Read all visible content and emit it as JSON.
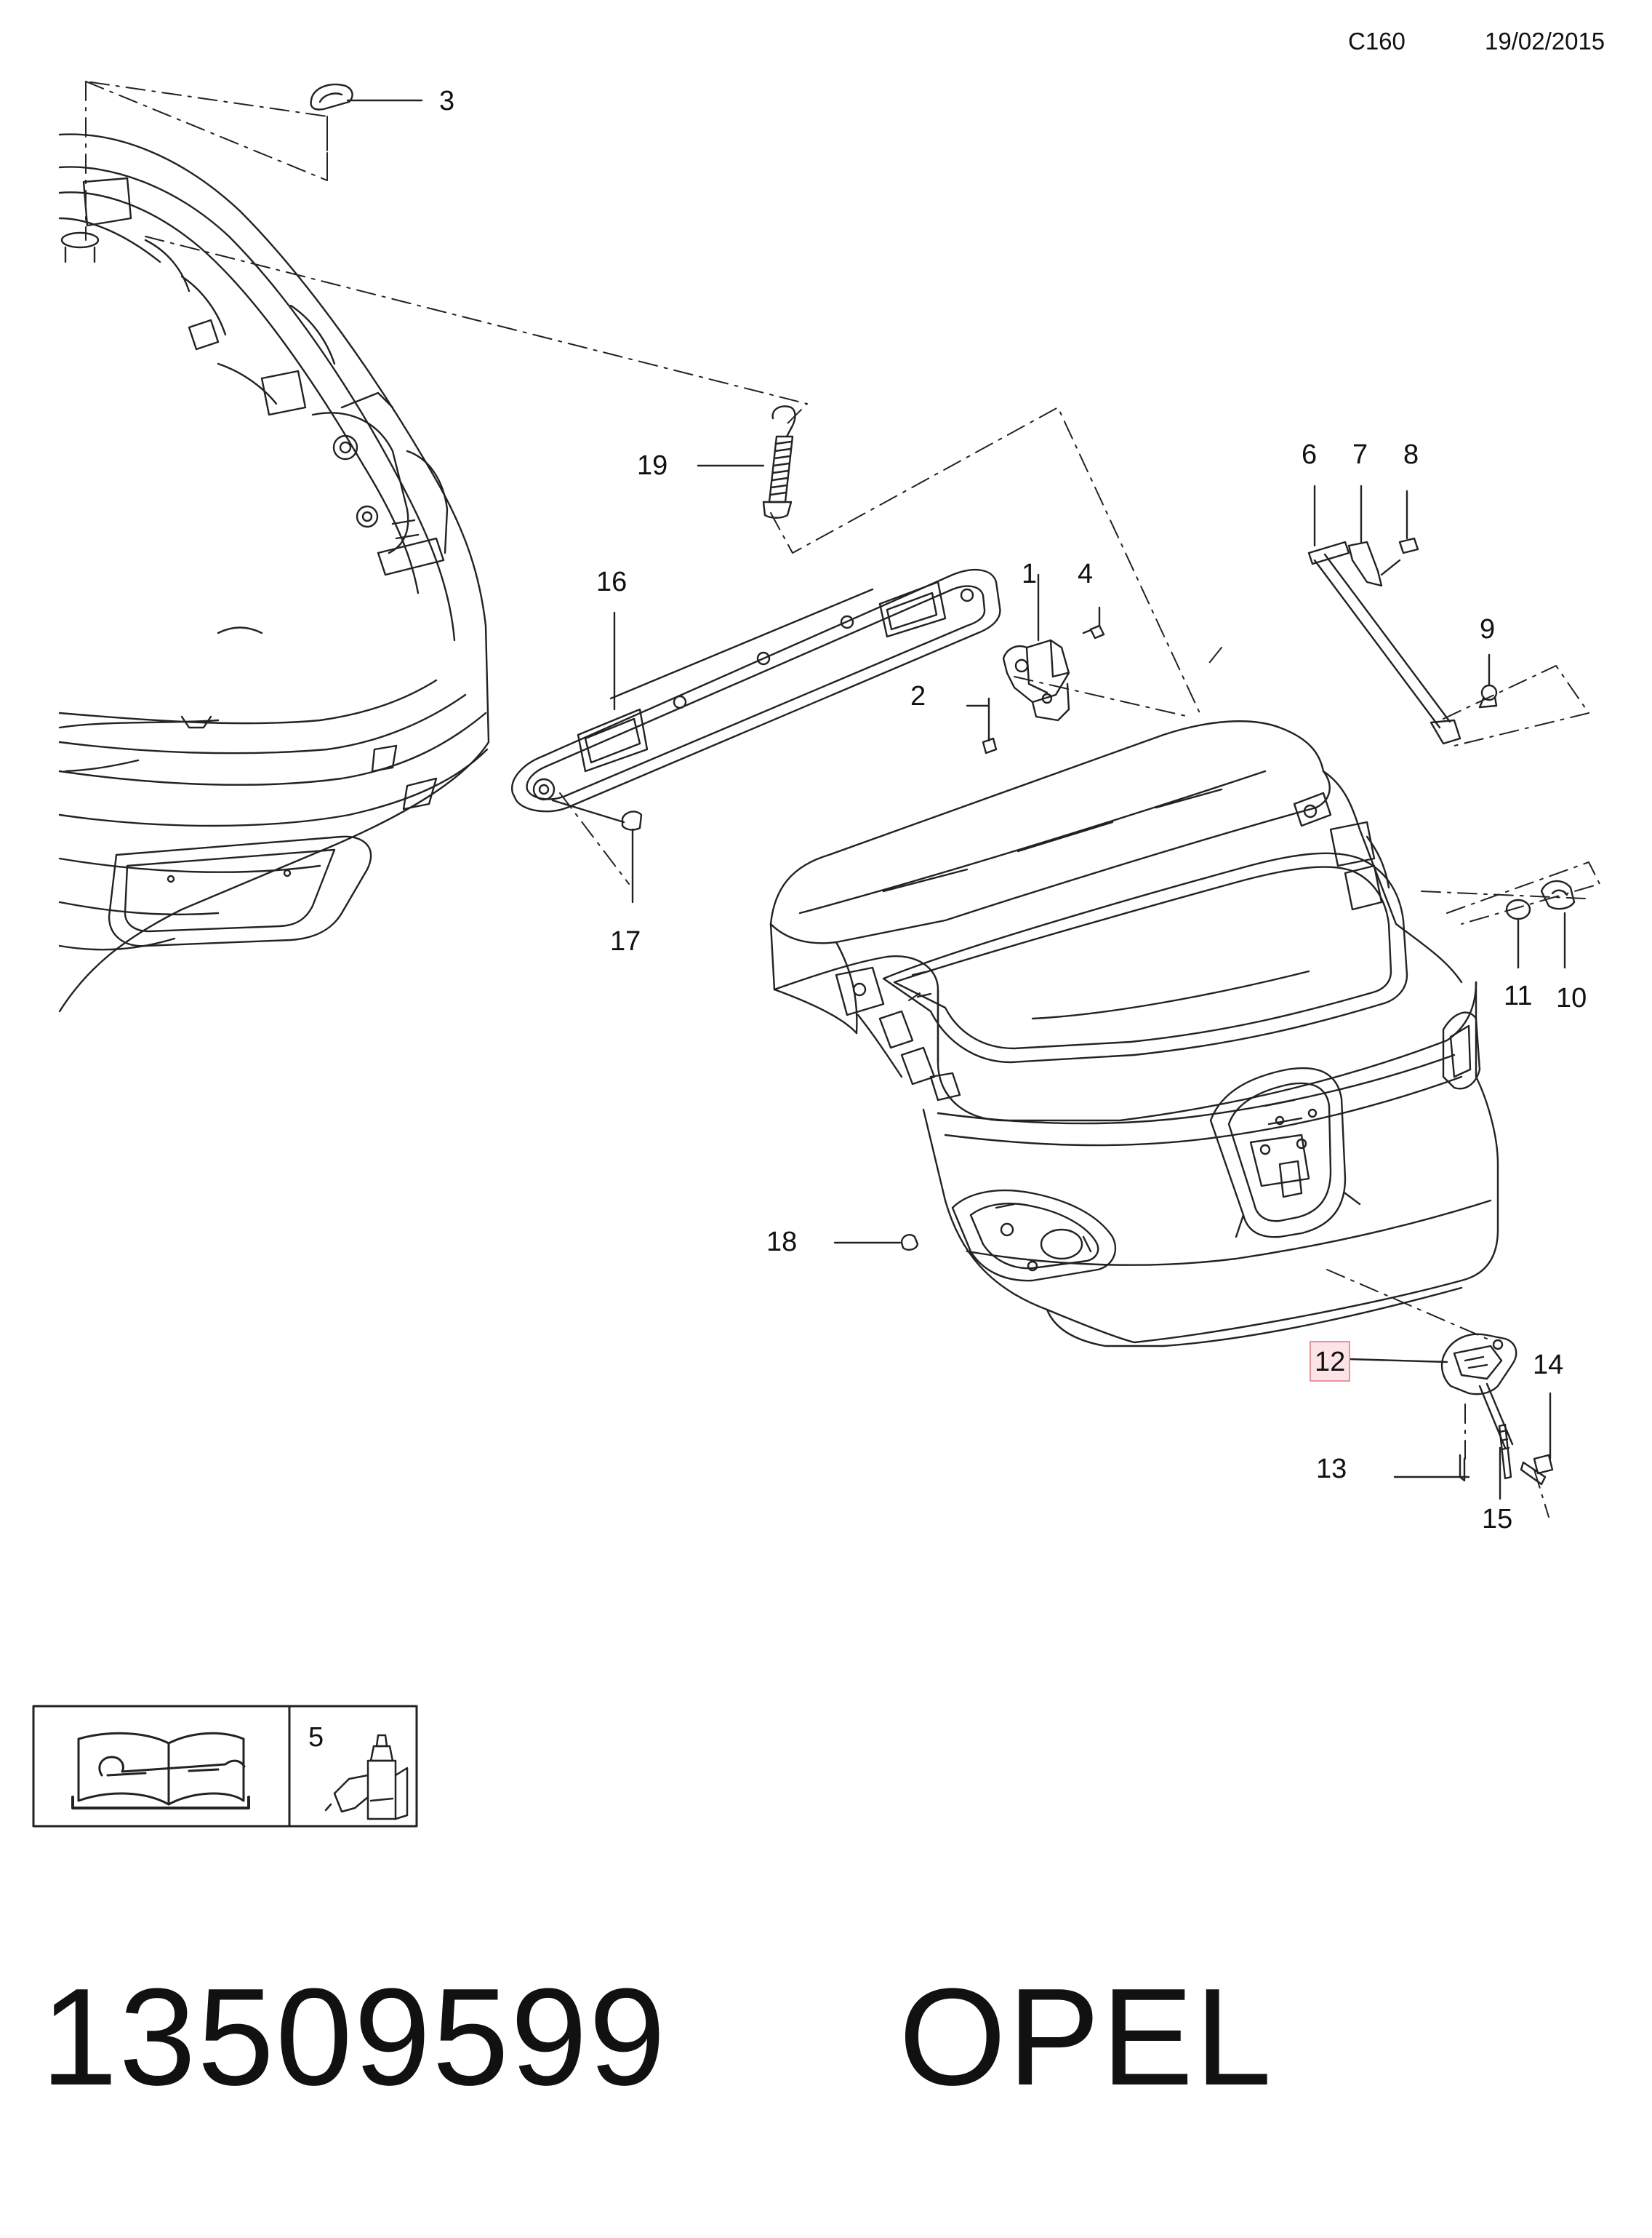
{
  "header": {
    "code": "C160",
    "date": "19/02/2015"
  },
  "callouts": {
    "c1": "1",
    "c2": "2",
    "c3": "3",
    "c4": "4",
    "c5": "5",
    "c6": "6",
    "c7": "7",
    "c8": "8",
    "c9": "9",
    "c10": "10",
    "c11": "11",
    "c12": "12",
    "c13": "13",
    "c14": "14",
    "c15": "15",
    "c16": "16",
    "c17": "17",
    "c18": "18",
    "c19": "19"
  },
  "highlighted_part": "12",
  "part_number": "13509599",
  "brand": "OPEL",
  "icons": [
    "service-manual-icon",
    "adhesive-bottle-icon"
  ]
}
